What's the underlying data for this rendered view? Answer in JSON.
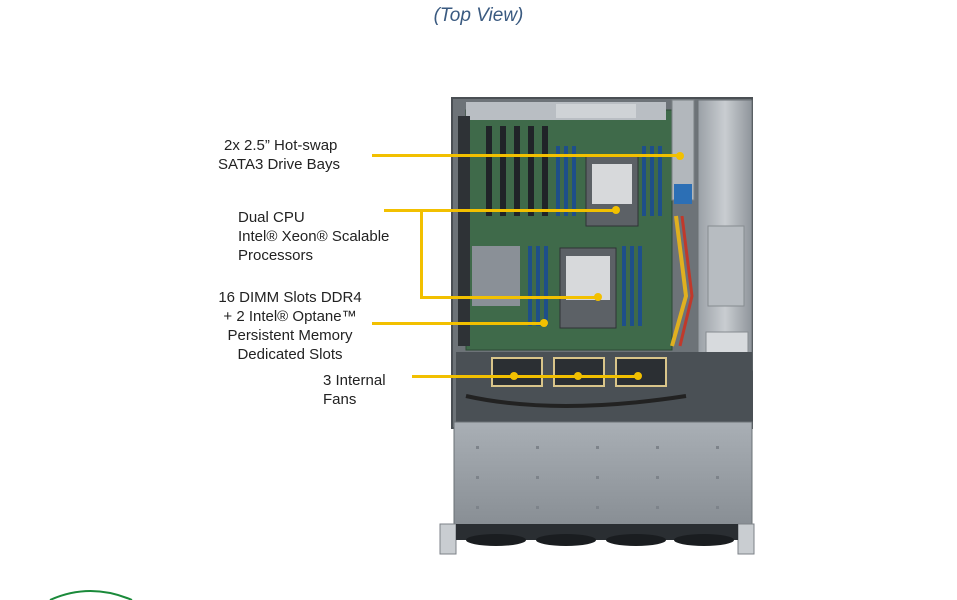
{
  "title": "(Top View)",
  "labels": {
    "drive_bays": [
      "2x 2.5” Hot-swap",
      "SATA3 Drive Bays"
    ],
    "cpu": [
      "Dual CPU",
      "Intel®  Xeon® Scalable",
      "Processors"
    ],
    "dimm": [
      "16 DIMM  Slots DDR4",
      "+ 2 Intel®  Optane™",
      "Persistent Memory",
      "Dedicated Slots"
    ],
    "fans": [
      "3 Internal",
      "Fans"
    ]
  },
  "colors": {
    "leader": "#f2c000",
    "title": "#3a5a80",
    "logo": "#1a8a3a"
  }
}
